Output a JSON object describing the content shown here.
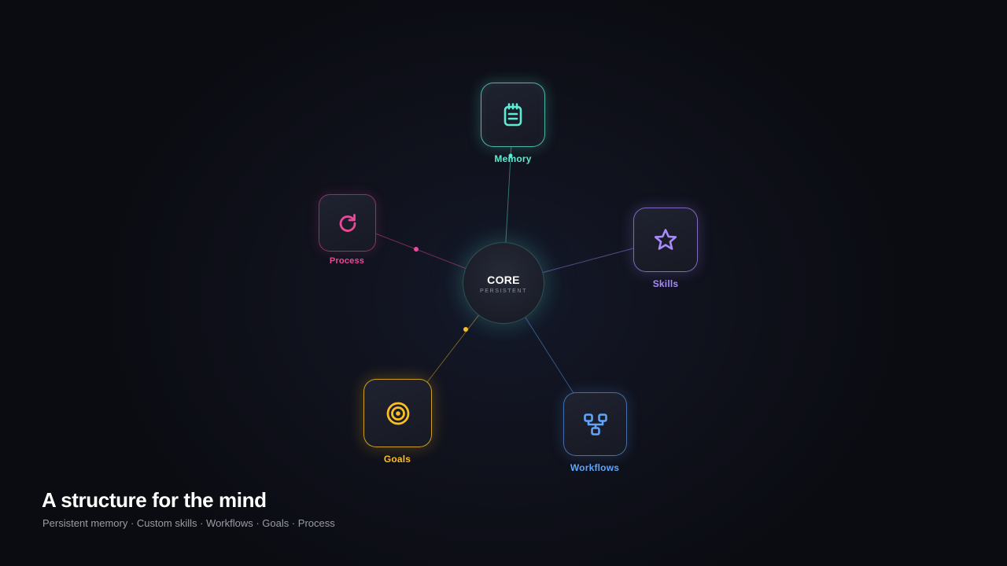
{
  "core": {
    "title": "CORE",
    "subtitle": "PERSISTENT",
    "glow_color": "#5eead4"
  },
  "nodes": [
    {
      "id": "memory",
      "label": "Memory",
      "icon": "notepad-icon",
      "color": "#5eead4"
    },
    {
      "id": "process",
      "label": "Process",
      "icon": "refresh-icon",
      "color": "#ec4899"
    },
    {
      "id": "skills",
      "label": "Skills",
      "icon": "star-icon",
      "color": "#a78bfa"
    },
    {
      "id": "goals",
      "label": "Goals",
      "icon": "target-icon",
      "color": "#fbbf24"
    },
    {
      "id": "workflows",
      "label": "Workflows",
      "icon": "flowchart-icon",
      "color": "#60a5fa"
    }
  ],
  "headline": "A structure for the mind",
  "tagline": "Persistent memory · Custom skills · Workflows · Goals · Process"
}
